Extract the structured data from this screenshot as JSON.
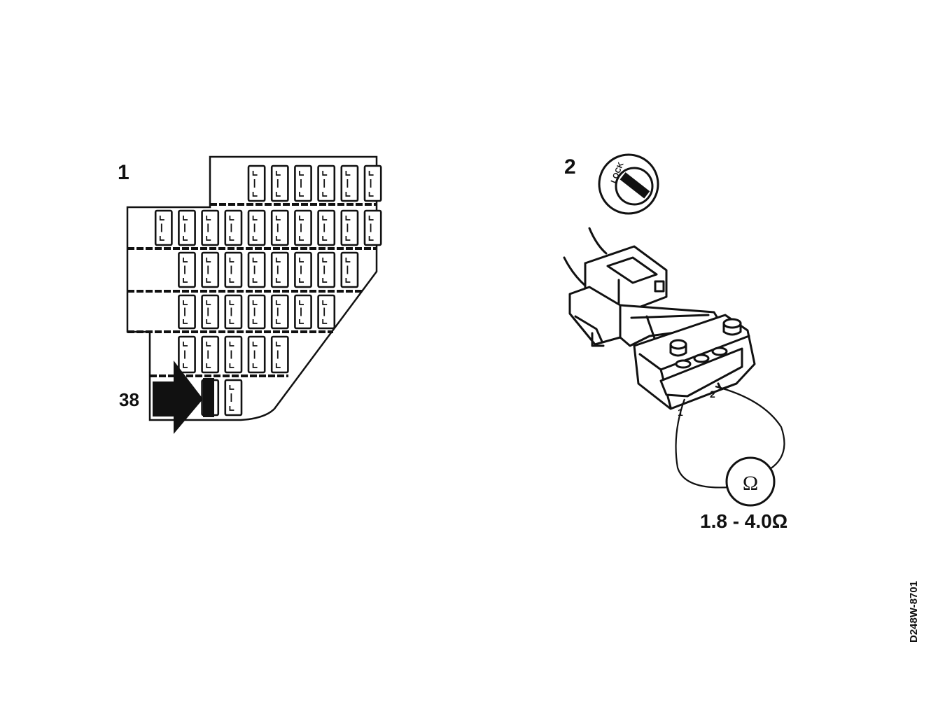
{
  "labels": {
    "panel1": "1",
    "panel2": "2",
    "fuse_number": "38",
    "lock": "LOCK",
    "pin1": "1",
    "pin2": "2",
    "ohm_symbol": "Ω",
    "resistance": "1.8 - 4.0Ω",
    "figure_code": "D248W-8701"
  },
  "colors": {
    "ink": "#111111",
    "paper": "#ffffff"
  },
  "icons": {
    "arrow": "arrow-right-icon",
    "ignition": "ignition-lock-icon",
    "ohmmeter": "ohmmeter-icon",
    "connector": "connector-icon"
  }
}
